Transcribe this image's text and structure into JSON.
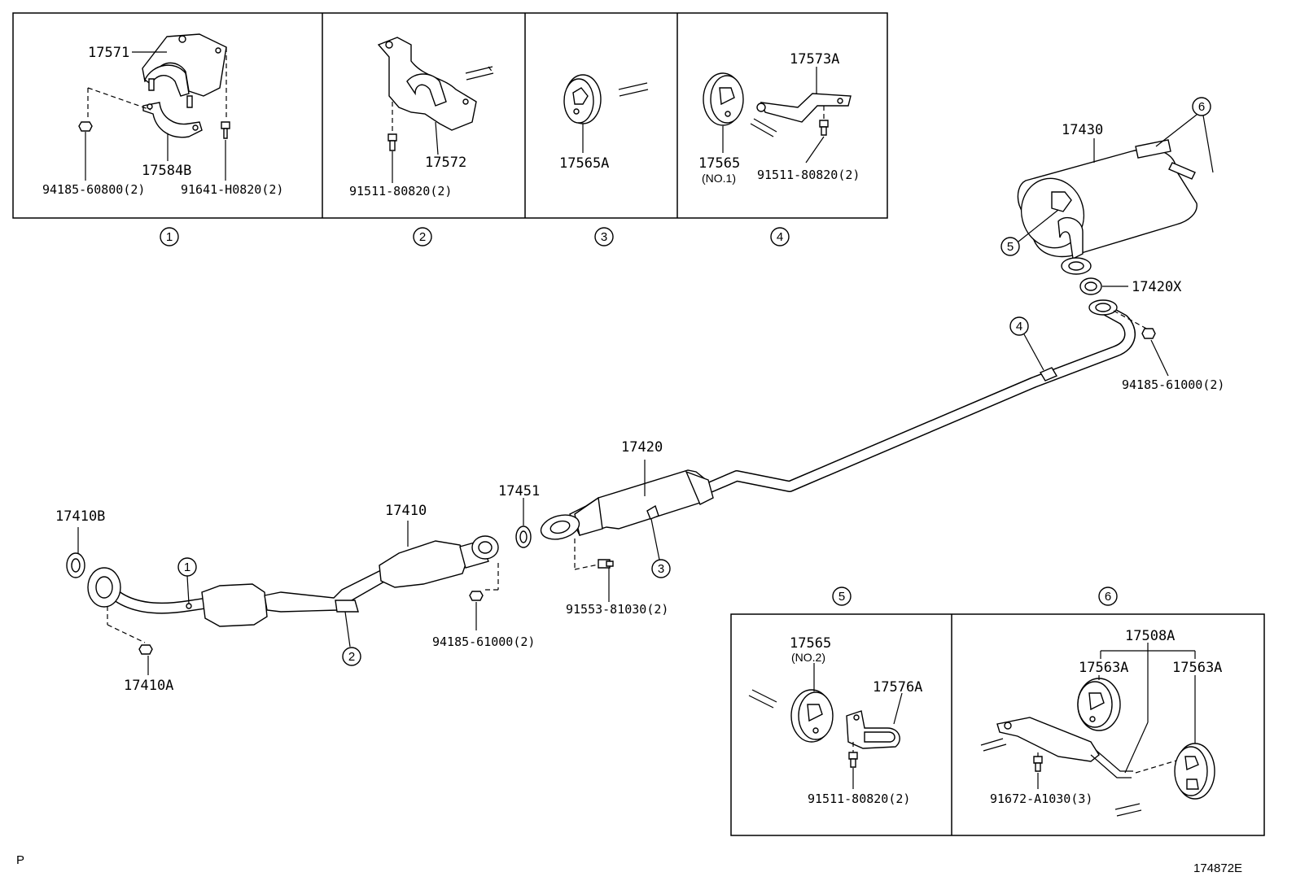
{
  "callouts": {
    "c1": "1",
    "c2": "2",
    "c3": "3",
    "c4": "4",
    "c5": "5",
    "c6": "6"
  },
  "top_boxes": {
    "box1": {
      "label_a": "17571",
      "label_b": "17584B",
      "fastener_a": "94185-60800(2)",
      "fastener_b": "91641-H0820(2)"
    },
    "box2": {
      "label": "17572",
      "fastener": "91511-80820(2)"
    },
    "box3": {
      "label": "17565A"
    },
    "box4": {
      "label_a": "17573A",
      "label_b": "17565",
      "label_b_note": "(NO.1)",
      "fastener": "91511-80820(2)"
    }
  },
  "main": {
    "muffler": "17430",
    "gasket_rear": "17420X",
    "rear_nut": "94185-61000(2)",
    "center_pipe": "17420",
    "gasket_mid": "17451",
    "center_bolt": "91553-81030(2)",
    "front_pipe": "17410",
    "front_nut": "94185-61000(2)",
    "front_gasket": "17410B",
    "front_stud": "17410A"
  },
  "bottom_boxes": {
    "box5": {
      "label_a": "17565",
      "label_a_note": "(NO.2)",
      "label_b": "17576A",
      "fastener": "91511-80820(2)"
    },
    "box6": {
      "label_top": "17508A",
      "label_a": "17563A",
      "label_b": "17563A",
      "fastener": "91672-A1030(3)"
    }
  },
  "footer": {
    "left_mark": "P",
    "figure_id": "174872E"
  }
}
